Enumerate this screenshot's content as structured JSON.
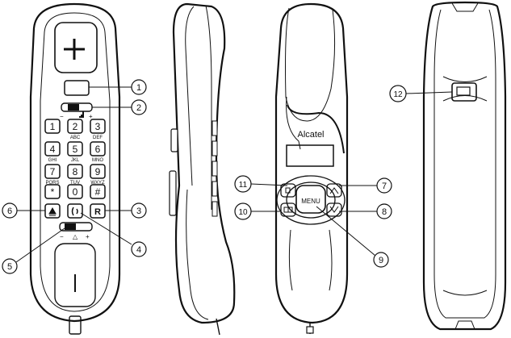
{
  "brand": "Alcatel",
  "menu_label": "MENU",
  "keypad": [
    {
      "digit": "1",
      "letters": ""
    },
    {
      "digit": "2",
      "letters": "ABC"
    },
    {
      "digit": "3",
      "letters": "DEF"
    },
    {
      "digit": "4",
      "letters": "GHI"
    },
    {
      "digit": "5",
      "letters": "JKL"
    },
    {
      "digit": "6",
      "letters": "MNO"
    },
    {
      "digit": "7",
      "letters": "PQRS"
    },
    {
      "digit": "8",
      "letters": "TUV"
    },
    {
      "digit": "9",
      "letters": "WXYZ"
    },
    {
      "digit": "*",
      "letters": ""
    },
    {
      "digit": "0",
      "letters": ""
    },
    {
      "digit": "#",
      "letters": ""
    }
  ],
  "function_keys": {
    "left": "",
    "middle": "",
    "recall": "R"
  },
  "volume_marks": {
    "minus": "−",
    "plus": "+"
  },
  "ringer_marks": {
    "minus": "−",
    "bell": "△",
    "plus": "+"
  },
  "callouts": [
    "1",
    "2",
    "3",
    "4",
    "5",
    "6",
    "7",
    "8",
    "9",
    "10",
    "11",
    "12"
  ]
}
